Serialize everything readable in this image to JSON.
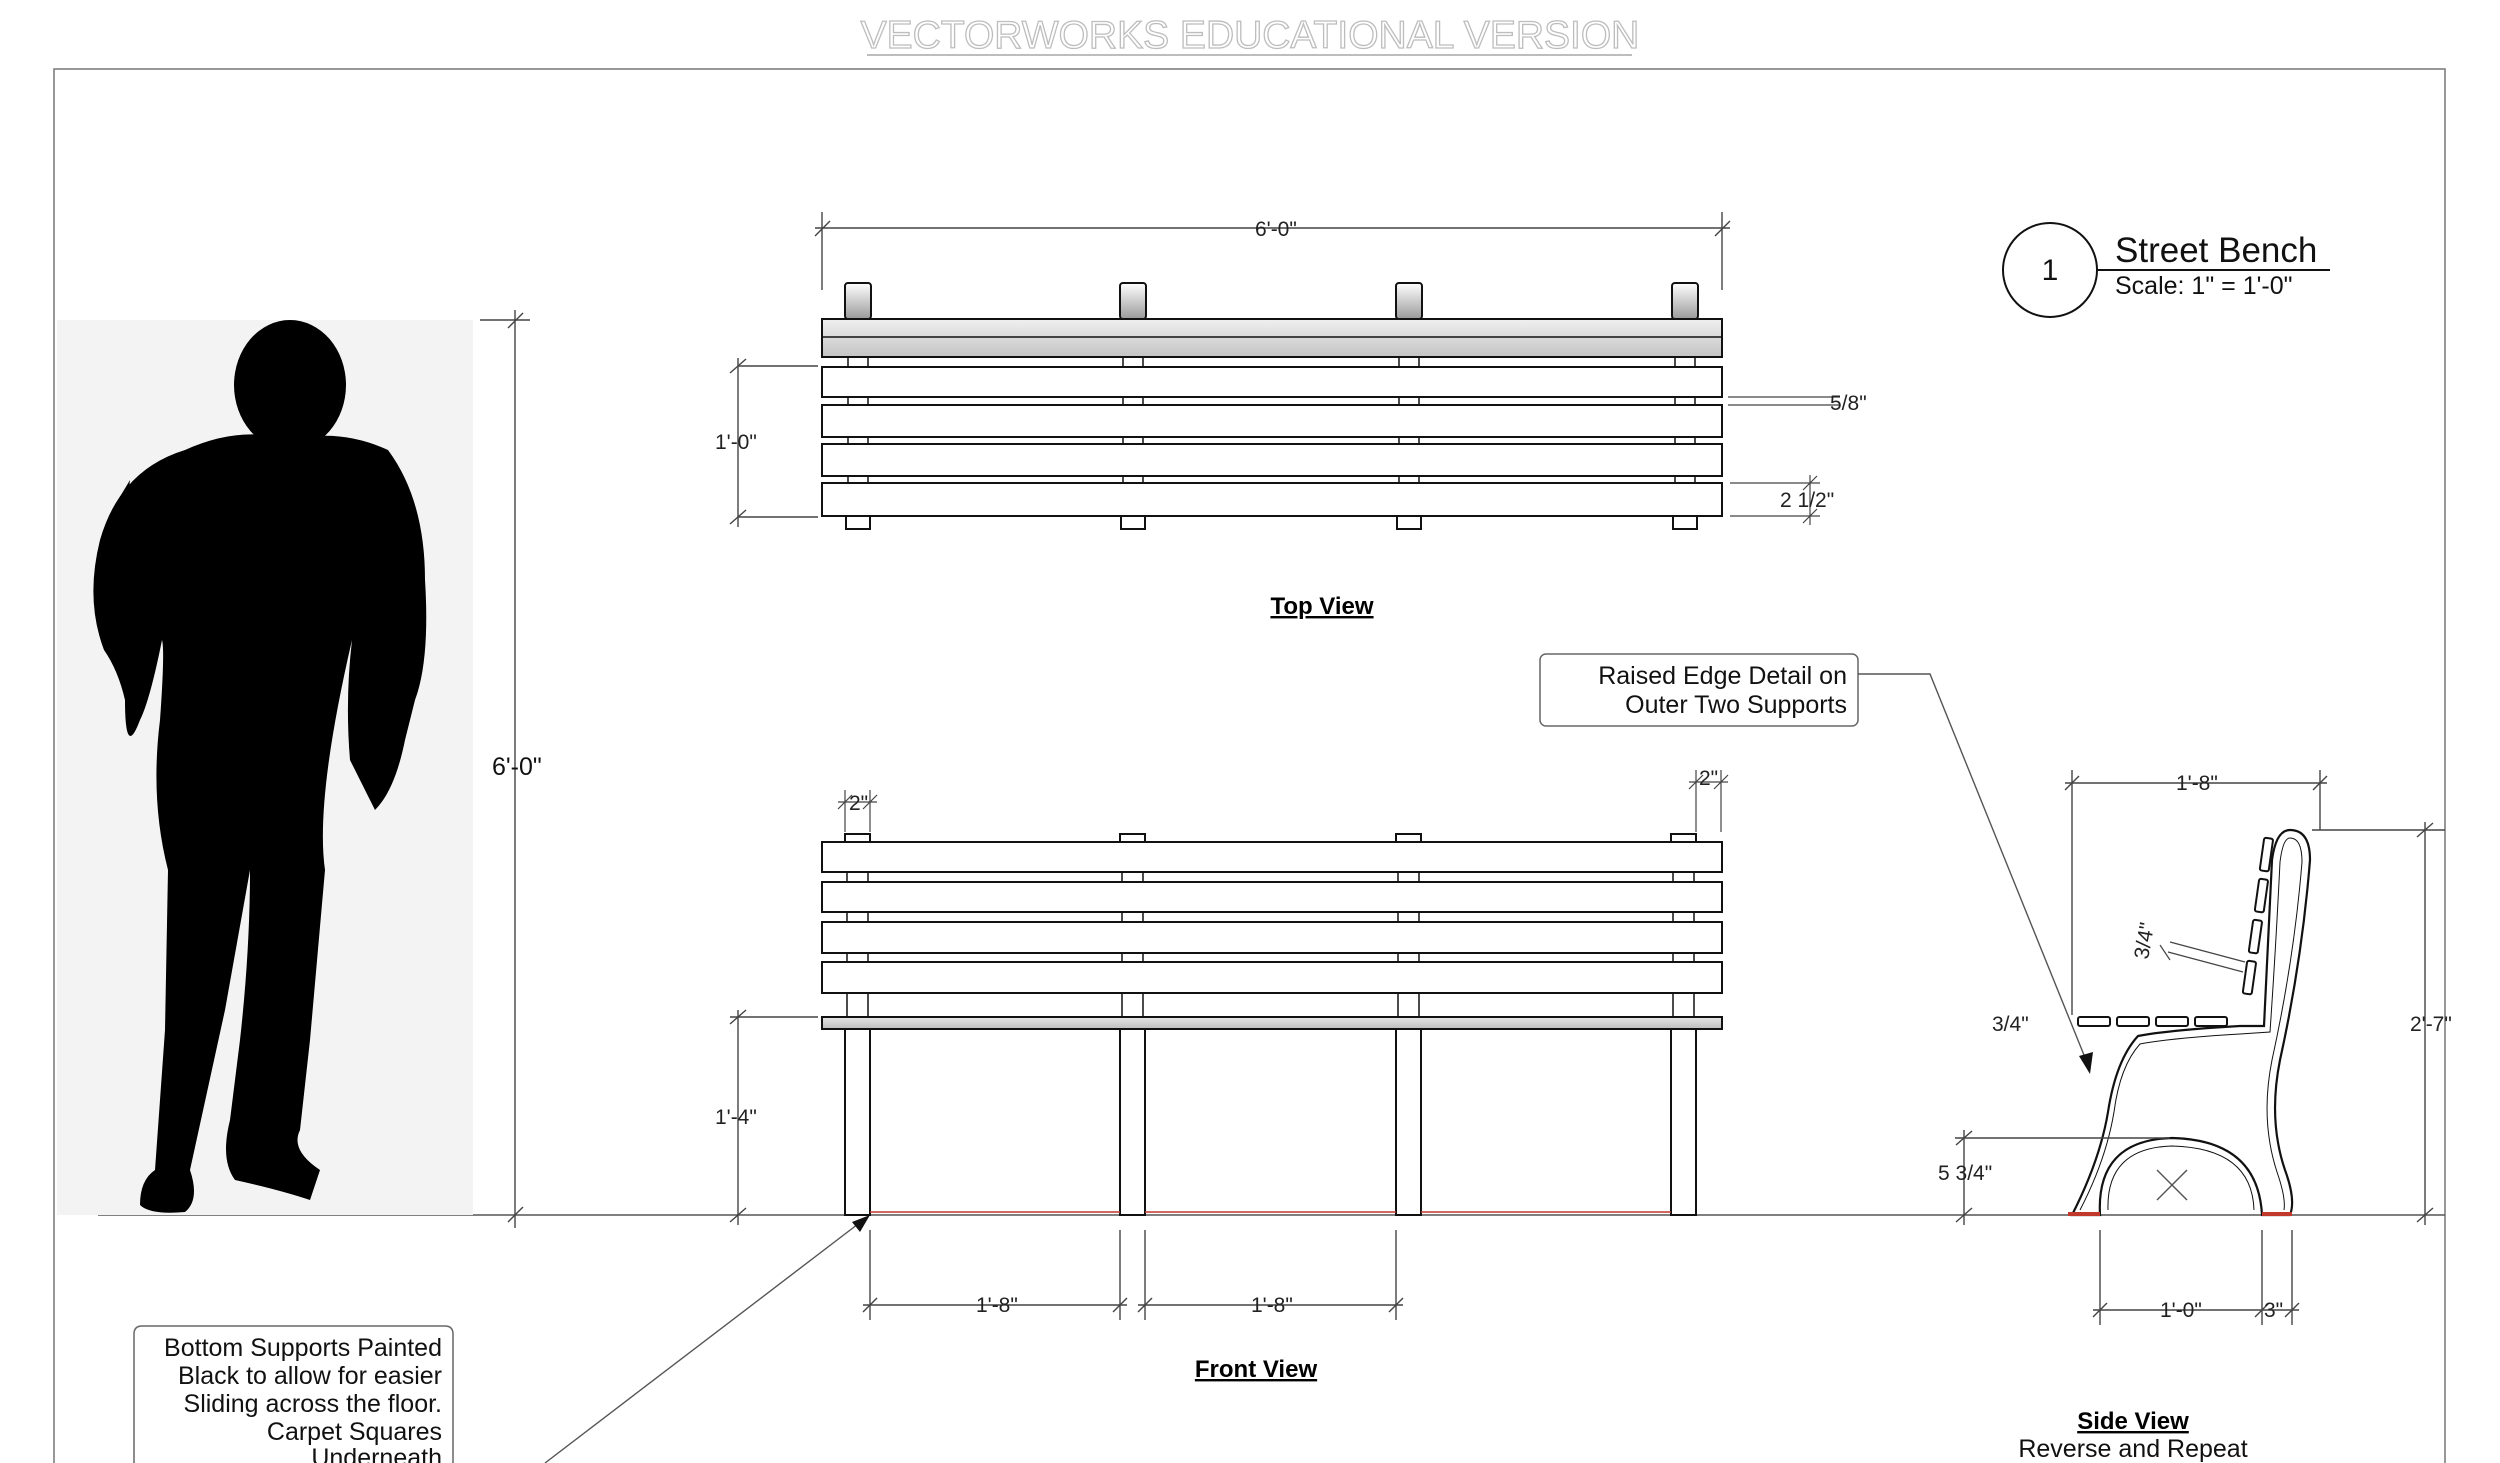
{
  "watermark": "VECTORWORKS EDUCATIONAL VERSION",
  "title_block": {
    "number": "1",
    "title": "Street Bench",
    "scale": "Scale: 1\" = 1'-0\""
  },
  "person": {
    "height_label": "6'-0\""
  },
  "top_view": {
    "title": "Top View",
    "width": "6'-0\"",
    "depth": "1'-0\"",
    "slat_gap": "5/8\"",
    "slat_width": "2 1/2\""
  },
  "front_view": {
    "title": "Front View",
    "post_left": "2\"",
    "post_right": "2\"",
    "seat_height": "1'-4\"",
    "span_1": "1'-8\"",
    "span_2": "1'-8\""
  },
  "side_view": {
    "title": "Side View",
    "subtitle": "Reverse and Repeat",
    "depth": "1'-8\"",
    "total_height": "2'-7\"",
    "edge": "3/4\"",
    "slat": "3/4\"",
    "arch_height": "5 3/4\"",
    "arch_width": "1'-0\"",
    "foot": "3\""
  },
  "notes": {
    "raised_edge": [
      "Raised Edge Detail on",
      "Outer Two Supports"
    ],
    "bottom_supports": [
      "Bottom Supports Painted",
      "Black to allow for easier",
      "Sliding across the floor.",
      "Carpet Squares",
      "Underneath"
    ]
  }
}
